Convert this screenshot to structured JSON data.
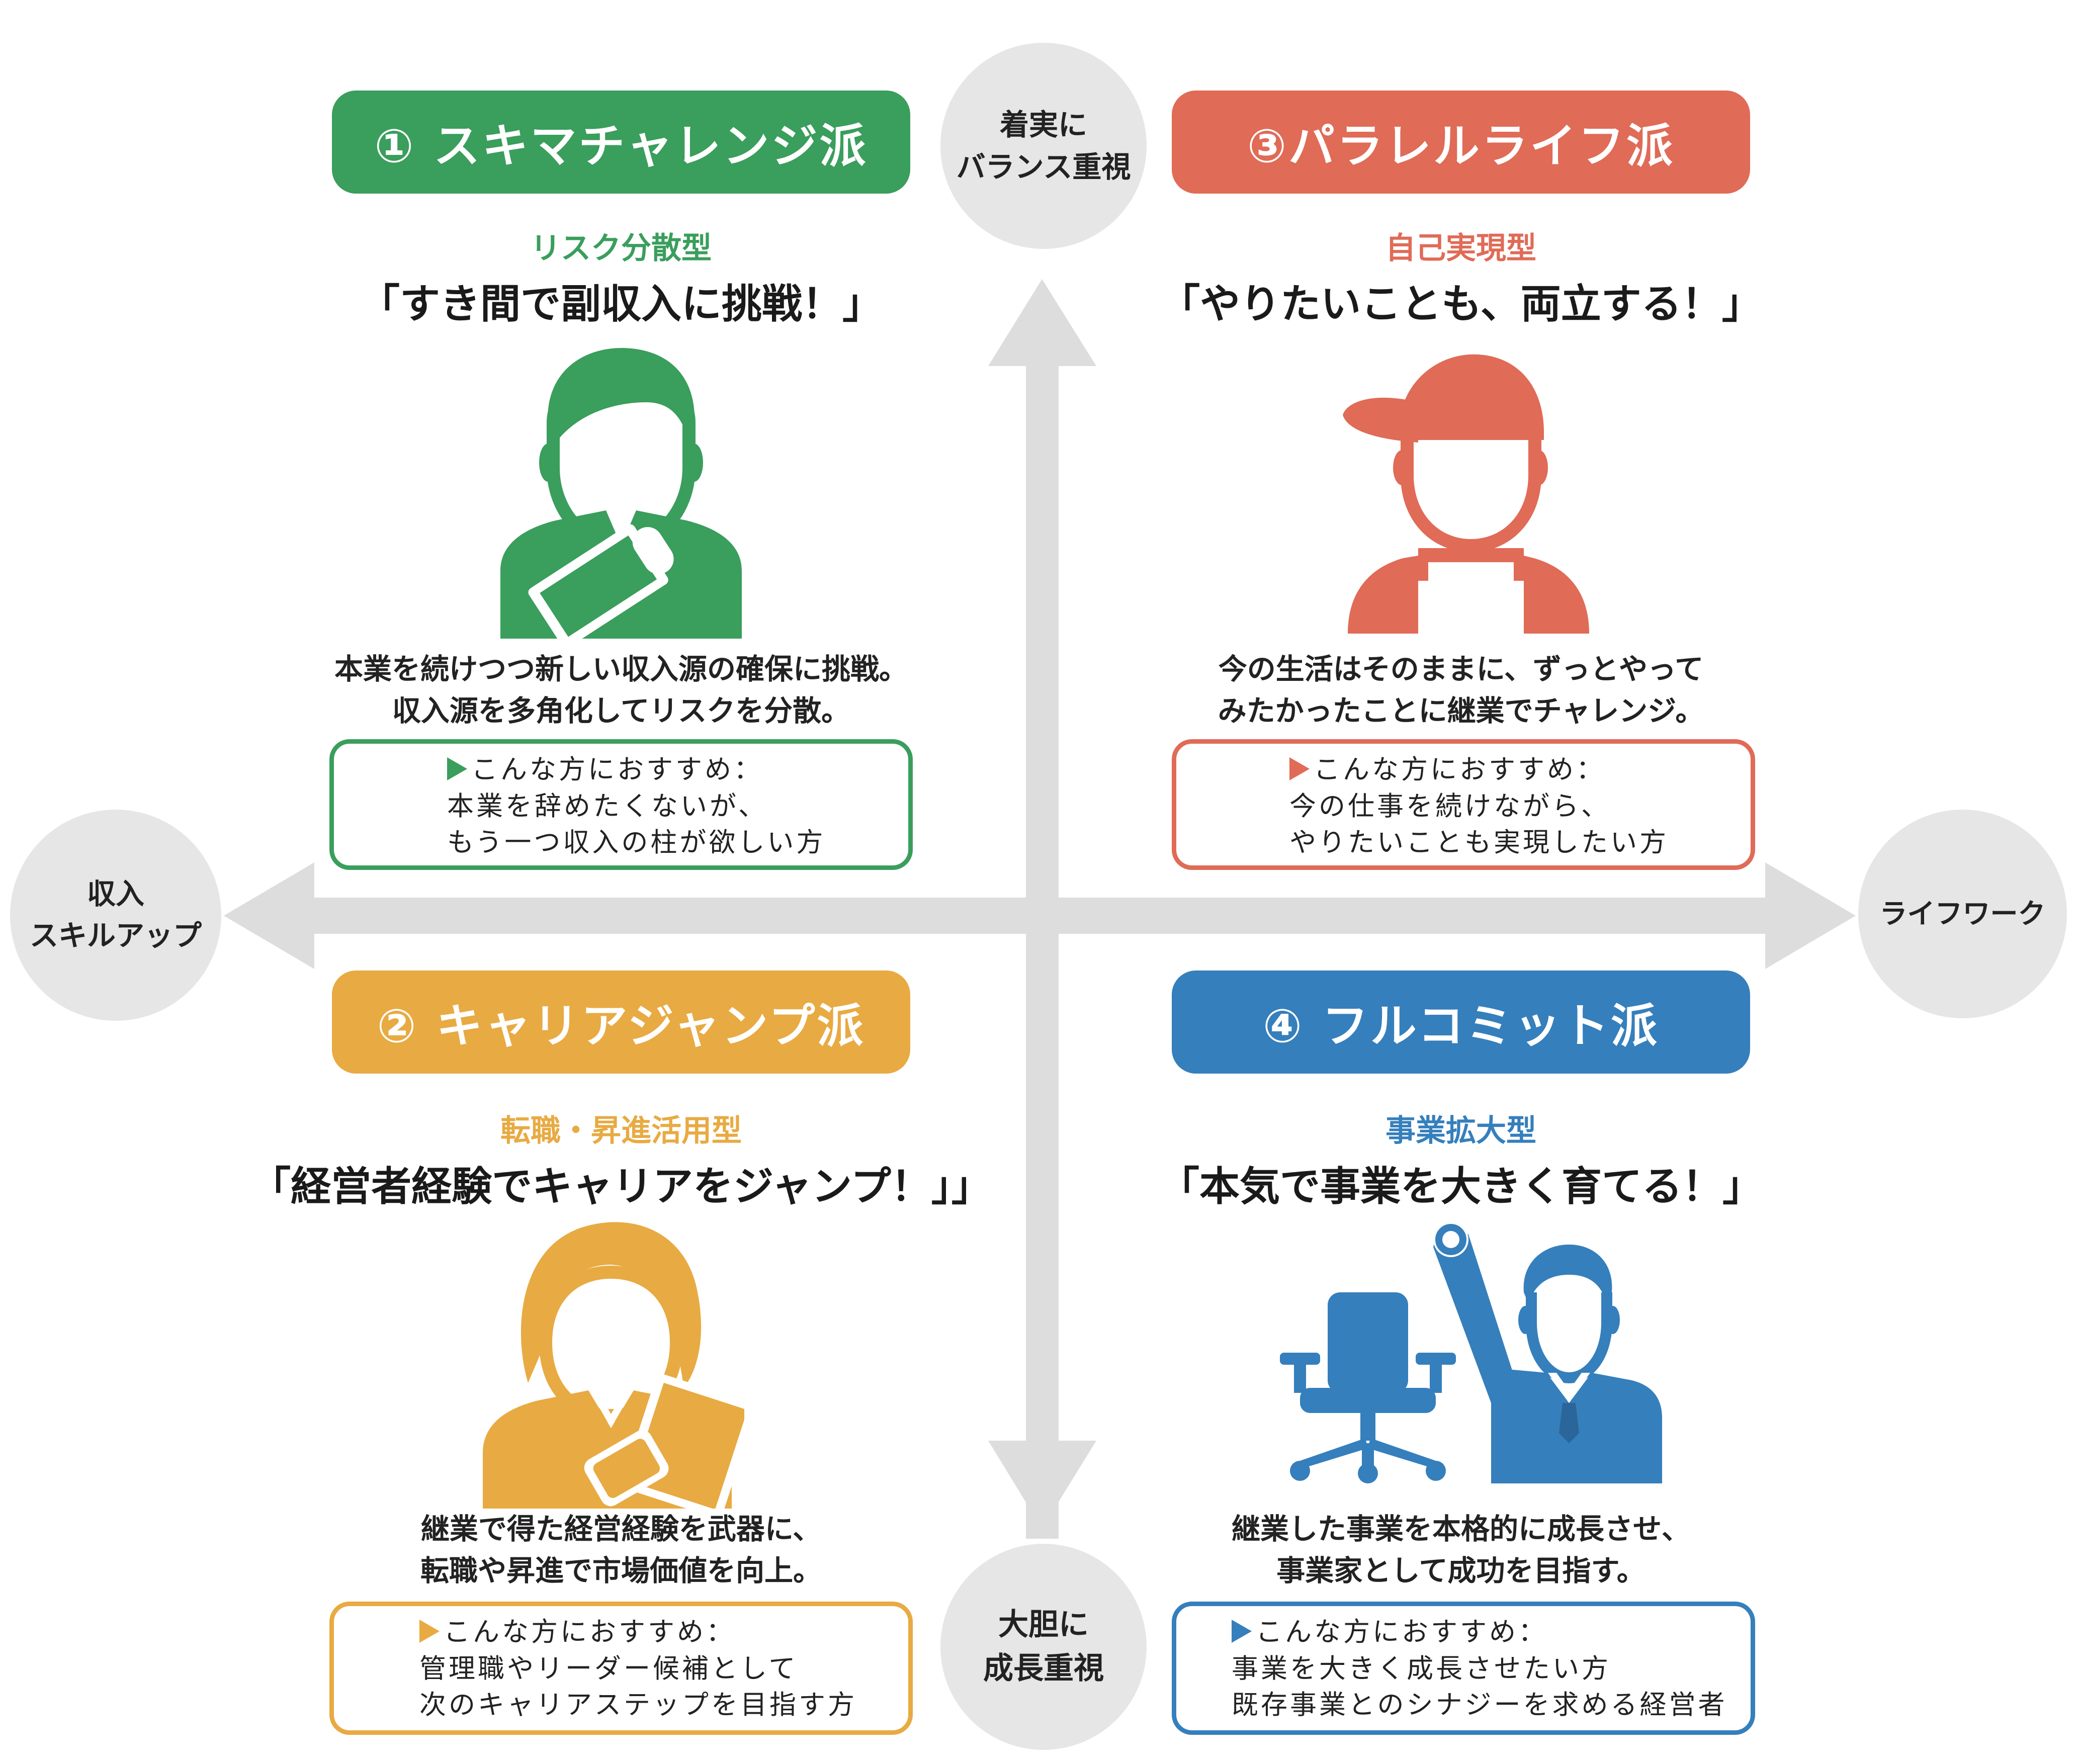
{
  "colors": {
    "green": "#3a9e5c",
    "red": "#e06b57",
    "yellow": "#e8aa42",
    "blue": "#357fbc",
    "axis": "#dddddd",
    "circle": "#e6e6e6"
  },
  "axis": {
    "top": "着実に\nバランス重視",
    "bottom": "大胆に\n成長重視",
    "left": "収入\nスキルアップ",
    "right": "ライフワーク"
  },
  "quadrants": [
    {
      "banner": "① スキマチャレンジ派",
      "subtype": "リスク分散型",
      "catch": "「すき間で副収入に挑戦！」",
      "icon": "businessman-icon",
      "description": "本業を続けつつ新しい収入源の確保に挑戦。\n収入源を多角化してリスクを分散。",
      "rec_title": "こんな方におすすめ：",
      "rec_lines": [
        "本業を辞めたくないが、",
        "もう一つ収入の柱が欲しい方"
      ]
    },
    {
      "banner": "③パラレルライフ派",
      "subtype": "自己実現型",
      "catch": "「やりたいことも、両立する！」",
      "icon": "cap-worker-icon",
      "description": "今の生活はそのままに、ずっとやって\nみたかったことに継業でチャレンジ。",
      "rec_title": "こんな方におすすめ：",
      "rec_lines": [
        "今の仕事を続けながら、",
        "やりたいことも実現したい方"
      ]
    },
    {
      "banner": "② キャリアジャンプ派",
      "subtype": "転職・昇進活用型",
      "catch": "「経営者経験でキャリアをジャンプ！」」",
      "icon": "businesswoman-icon",
      "description": "継業で得た経営経験を武器に、\n転職や昇進で市場価値を向上。",
      "rec_title": "こんな方におすすめ：",
      "rec_lines": [
        "管理職やリーダー候補として",
        "次のキャリアステップを目指す方"
      ]
    },
    {
      "banner": "④ フルコミット派",
      "subtype": "事業拡大型",
      "catch": "「本気で事業を大きく育てる！」",
      "icon": "executive-chair-icon",
      "description": "継業した事業を本格的に成長させ、\n事業家として成功を目指す。",
      "rec_title": "こんな方におすすめ：",
      "rec_lines": [
        "事業を大きく成長させたい方",
        "既存事業とのシナジーを求める経営者"
      ]
    }
  ]
}
